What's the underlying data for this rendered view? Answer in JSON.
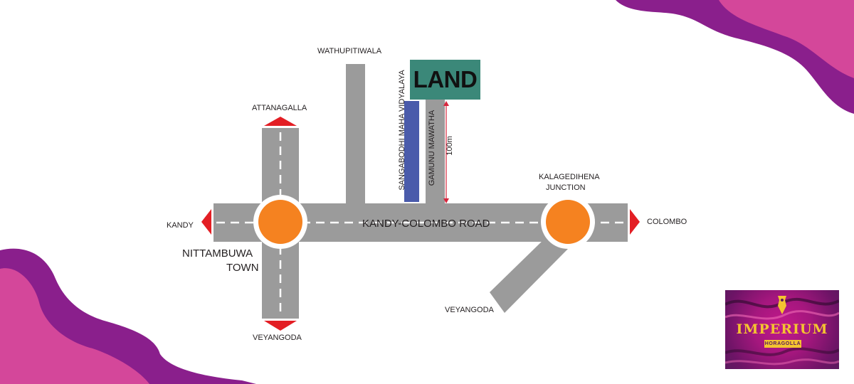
{
  "map": {
    "destination_label": "LAND",
    "distance_label": "100m",
    "main_road_label": "KANDY-COLOMBO ROAD",
    "side_road_label": "GAMUNU MAWATHA",
    "school_label": "SANGABODHI MAHA VIDYALAYA",
    "places": {
      "wathupitiwala": "WATHUPITIWALA",
      "attanagalla": "ATTANAGALLA",
      "kandy": "KANDY",
      "colombo": "COLOMBO",
      "nittambuwa_line1": "NITTAMBUWA",
      "nittambuwa_line2": "TOWN",
      "kalagedihena_line1": "KALAGEDIHENA",
      "kalagedihena_line2": "JUNCTION",
      "veyangoda_south": "VEYANGODA",
      "veyangoda_branch": "VEYANGODA"
    },
    "colors": {
      "road": "#9b9b9b",
      "lane_dash": "#ffffff",
      "roundabout": "#f58220",
      "arrow": "#e31e24",
      "land_box": "#3b8879",
      "school_block": "#4a5bab",
      "distance_marker": "#d7263d",
      "decor_purple": "#8a1f8c",
      "decor_pink": "#d4479a"
    }
  },
  "logo": {
    "title": "IMPERIUM",
    "subtitle": "HORAGOLLA"
  }
}
